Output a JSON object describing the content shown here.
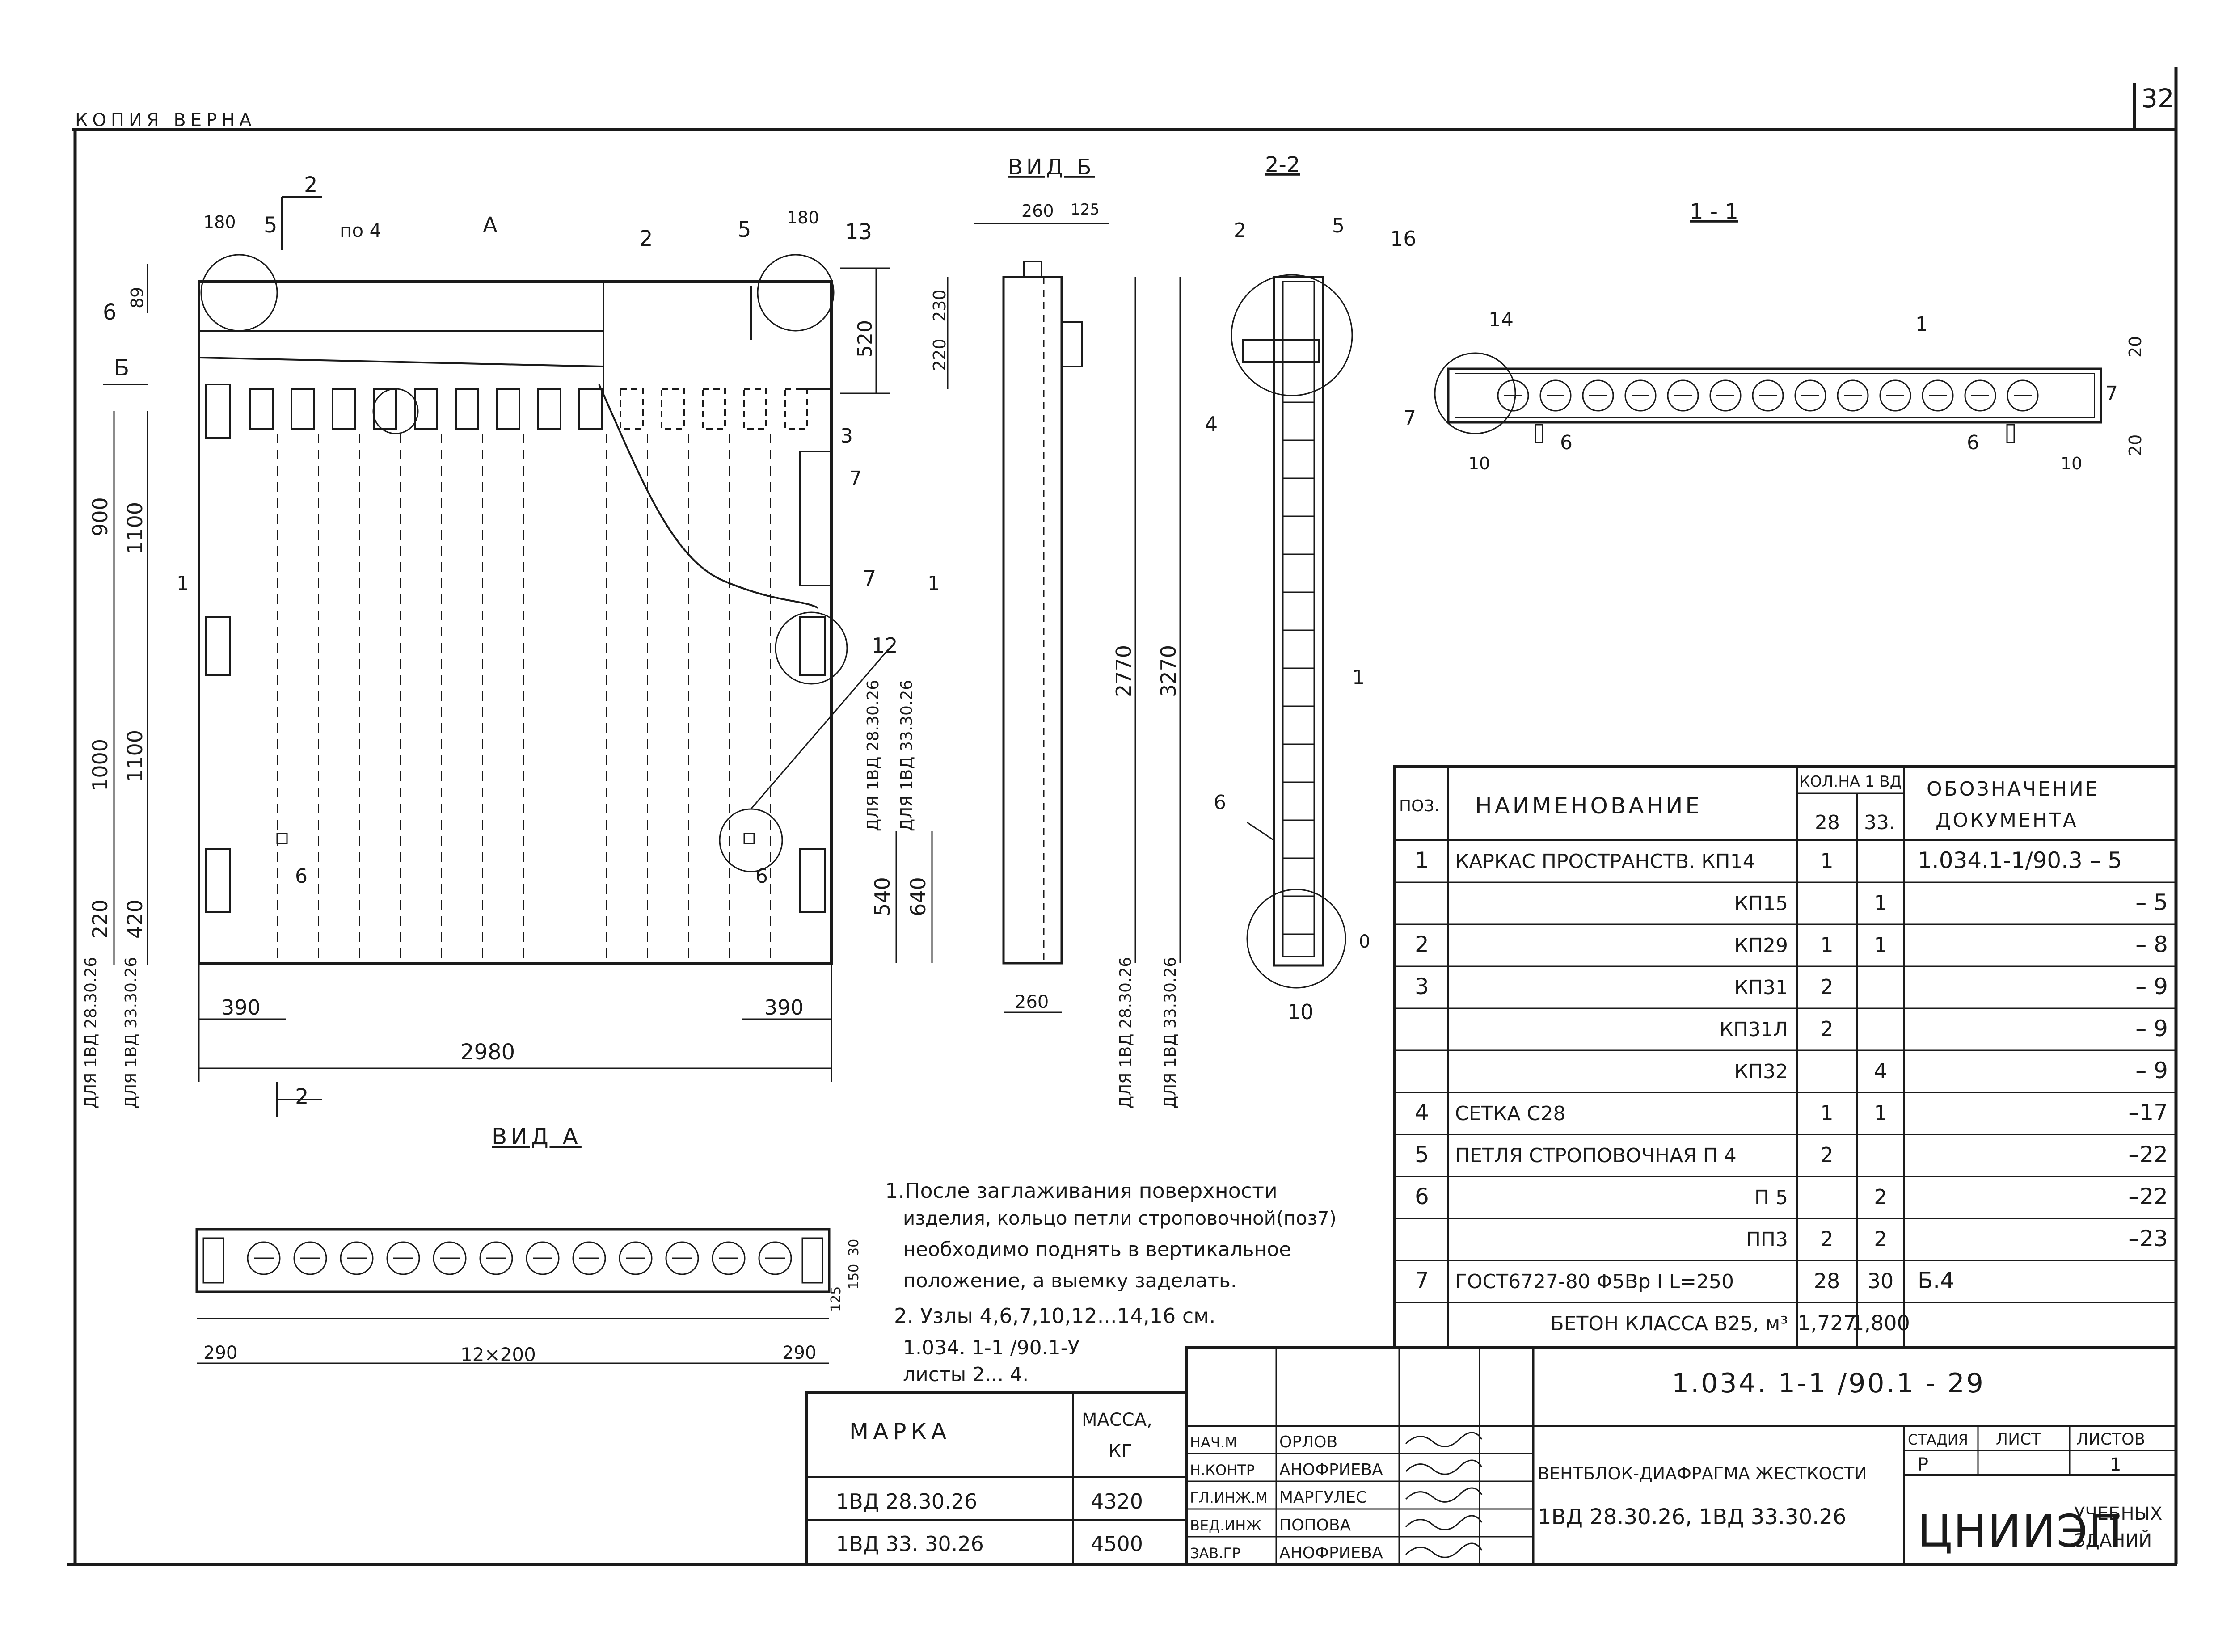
{
  "header": {
    "sheet_number": "32",
    "stamp": "КОПИЯ ВЕРНА"
  },
  "views": {
    "main_elevation": {
      "dims": {
        "left_outer": [
          "900",
          "1000",
          "220"
        ],
        "left_inner": [
          "1100",
          "1100",
          "420"
        ],
        "top": [
          "180",
          "89",
          "180",
          "520"
        ],
        "bottom_390_left": "390",
        "bottom_390_right": "390",
        "bottom_overall": "2980",
        "right_540": "540",
        "right_640": "640"
      },
      "labels": [
        "5",
        "по 4",
        "2",
        "5",
        "13",
        "6",
        "3",
        "7",
        "7",
        "12",
        "6",
        "6"
      ],
      "markers": {
        "section_2": "2",
        "view_A": "А",
        "view_B": "Б",
        "section_1": "1",
        "section_1b": "1",
        "section_2b": "2"
      },
      "side_notes": [
        "ДЛЯ 1ВД 28.30.26",
        "ДЛЯ 1ВД 33.30.26"
      ],
      "bottom_notes": [
        "ДЛЯ 1ВД 28.30.26",
        "ДЛЯ 1ВД 33.30.26"
      ]
    },
    "view_B": {
      "title": "ВИД Б",
      "dims": {
        "top_width": "260",
        "top_125": "125",
        "d230": "230",
        "d220": "220",
        "d2770": "2770",
        "d3270": "3270",
        "bottom_width": "260"
      },
      "notes": [
        "ДЛЯ 1ВД 28.30.26",
        "ДЛЯ 1ВД 33.30.26"
      ]
    },
    "section_2_2": {
      "title": "2-2",
      "labels": [
        "2",
        "5",
        "16",
        "4",
        "1",
        "6",
        "10",
        "0"
      ]
    },
    "section_1_1": {
      "title": "1 - 1",
      "labels": [
        "14",
        "1",
        "7",
        "7",
        "6",
        "6"
      ],
      "dims": [
        "20",
        "20",
        "10",
        "10"
      ]
    },
    "view_A": {
      "title": "ВИД А",
      "dims": [
        "290",
        "12×200",
        "290"
      ],
      "side_dims": [
        "30",
        "150",
        "125"
      ]
    }
  },
  "notes": [
    "1.После заглаживания поверхности",
    "изделия, кольцо петли строповочной(поз7)",
    "необходимо поднять в вертикальное",
    "положение, а выемку заделать.",
    "2. Узлы 4,6,7,10,12...14,16 см.",
    "1.034. 1-1 /90.1-У",
    "листы 2... 4."
  ],
  "spec_table": {
    "headers": {
      "pos": "ПОЗ.",
      "name": "НАИМЕНОВАНИЕ",
      "qty": "КОЛ.НА 1 ВД",
      "qty_a": "28",
      "qty_b": "33.",
      "doc": "ОБОЗНАЧЕНИЕ ДОКУМЕНТА"
    },
    "rows": [
      {
        "pos": "1",
        "name": "КАРКАС ПРОСТРАНСТВ. КП14",
        "q28": "1",
        "q33": "",
        "doc": "1.034.1-1/90.3 – 5"
      },
      {
        "pos": "",
        "name": "КП15",
        "q28": "",
        "q33": "1",
        "doc": "– 5"
      },
      {
        "pos": "2",
        "name": "КП29",
        "q28": "1",
        "q33": "1",
        "doc": "– 8"
      },
      {
        "pos": "3",
        "name": "КП31",
        "q28": "2",
        "q33": "",
        "doc": "– 9"
      },
      {
        "pos": "",
        "name": "КП31Л",
        "q28": "2",
        "q33": "",
        "doc": "– 9"
      },
      {
        "pos": "",
        "name": "КП32",
        "q28": "",
        "q33": "4",
        "doc": "– 9"
      },
      {
        "pos": "4",
        "name": "СЕТКА С28",
        "q28": "1",
        "q33": "1",
        "doc": "–17"
      },
      {
        "pos": "5",
        "name": "ПЕТЛЯ СТРОПОВОЧНАЯ П 4",
        "q28": "2",
        "q33": "",
        "doc": "–22"
      },
      {
        "pos": "6",
        "name": "П 5",
        "q28": "",
        "q33": "2",
        "doc": "–22"
      },
      {
        "pos": "",
        "name": "ПП3",
        "q28": "2",
        "q33": "2",
        "doc": "–23"
      },
      {
        "pos": "7",
        "name": "ГОСТ6727-80 Φ5Вр I L=250",
        "q28": "28",
        "q33": "30",
        "doc": "Б.4"
      },
      {
        "pos": "",
        "name": "БЕТОН КЛАССА В25, м³",
        "q28": "1,727",
        "q33": "1,800",
        "doc": ""
      }
    ]
  },
  "mark_table": {
    "headers": {
      "mark": "МАРКА",
      "mass": "МАССА, КГ"
    },
    "rows": [
      {
        "mark": "1ВД 28.30.26",
        "mass": "4320"
      },
      {
        "mark": "1ВД 33. 30.26",
        "mass": "4500"
      }
    ]
  },
  "title_block": {
    "doc_code": "1.034. 1-1 /90.1 - 29",
    "signatures": [
      {
        "role": "НАЧ.М",
        "name": "ОРЛОВ"
      },
      {
        "role": "Н.КОНТР",
        "name": "АНОФРИЕВА"
      },
      {
        "role": "ГЛ.ИНЖ.М",
        "name": "МАРГУЛЕС"
      },
      {
        "role": "ВЕД.ИНЖ",
        "name": "ПОПОВА"
      },
      {
        "role": "ЗАВ.ГР",
        "name": "АНОФРИЕВА"
      }
    ],
    "item_title": "ВЕНТБЛОК-ДИАФРАГМА ЖЕСТКОСТИ",
    "item_marks": "1ВД 28.30.26, 1ВД 33.30.26",
    "stage_label": "СТАДИЯ",
    "sheet_label": "ЛИСТ",
    "sheets_label": "ЛИСТОВ",
    "stage": "Р",
    "sheets_total": "1",
    "org_logo": "ЦНИИЭП",
    "org_sub": "УЧЕБНЫХ ЗДАНИЙ"
  }
}
